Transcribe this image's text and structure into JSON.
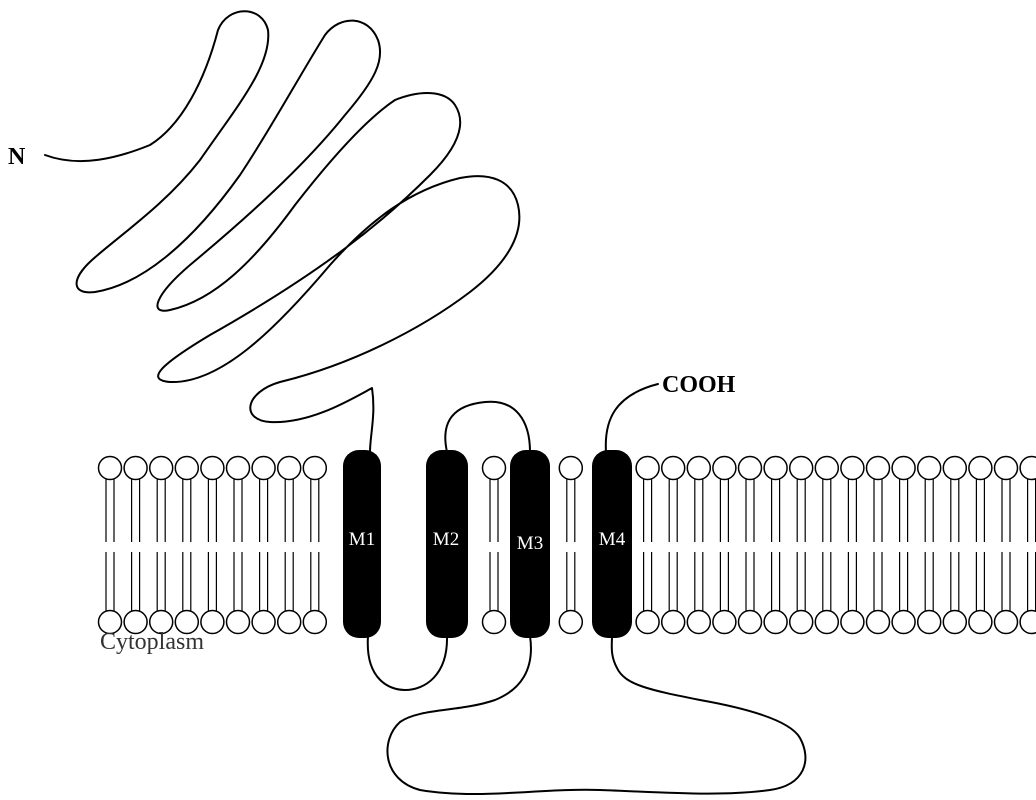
{
  "labels": {
    "n_terminus": "N",
    "c_terminus": "COOH",
    "cytoplasm": "Cytoplasm"
  },
  "segments": [
    {
      "label": "M1"
    },
    {
      "label": "M2"
    },
    {
      "label": "M3"
    },
    {
      "label": "M4"
    }
  ],
  "colors": {
    "segment_fill": "#000000",
    "line": "#000000",
    "background": "#ffffff"
  }
}
